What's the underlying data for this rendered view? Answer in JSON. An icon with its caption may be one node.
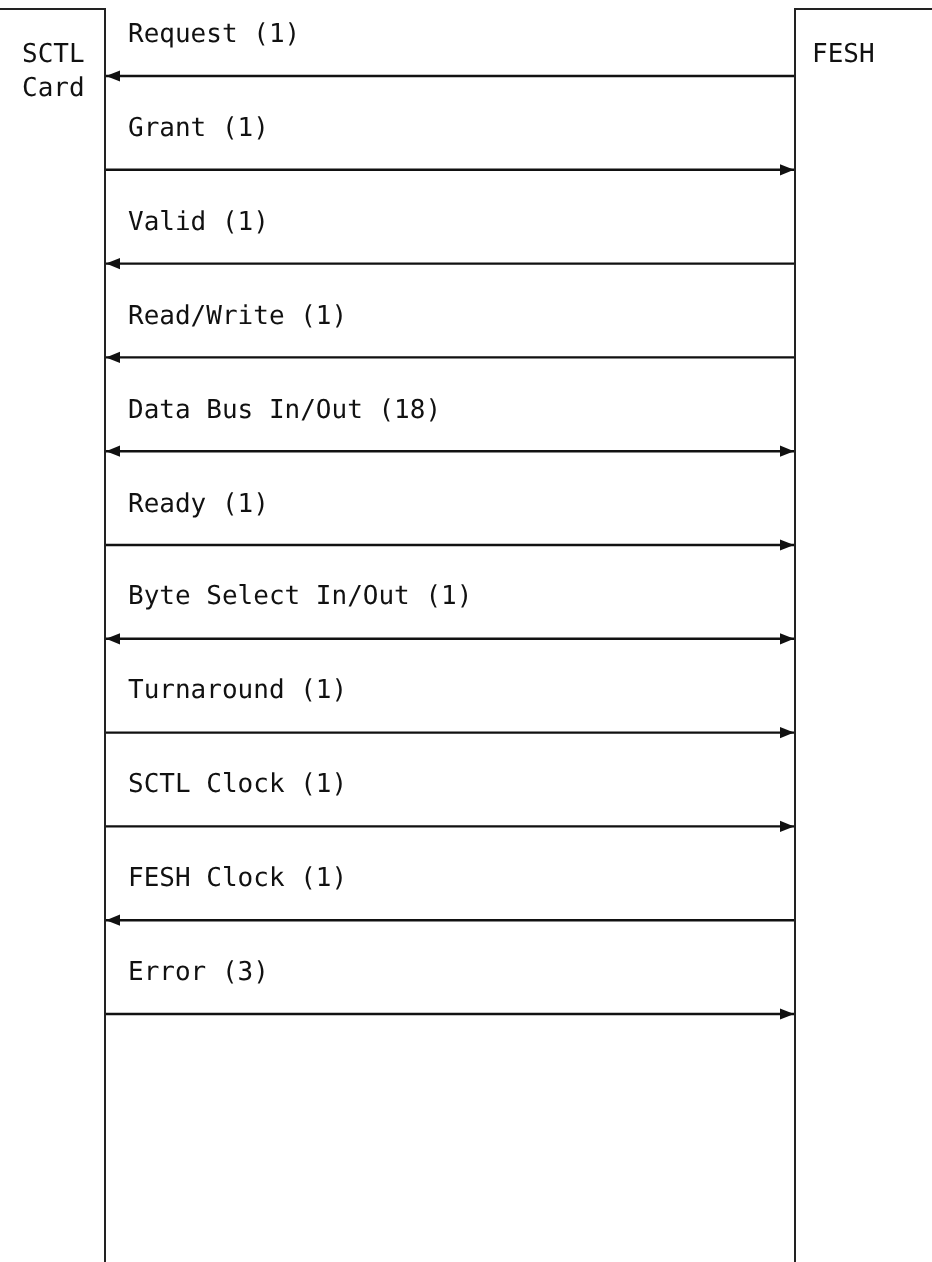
{
  "diagram": {
    "nodes": [
      {
        "text": [
          "SCTL Card"
        ]
      },
      {
        "text": [
          "FESH"
        ]
      }
    ],
    "edges": [
      {
        "from": 1,
        "to": 0,
        "arrow": "to",
        "label": "Request (1)"
      },
      {
        "from": 0,
        "to": 1,
        "arrow": "to",
        "label": "Grant (1)"
      },
      {
        "from": 1,
        "to": 0,
        "arrow": "to",
        "label": "Valid (1)"
      },
      {
        "from": 1,
        "to": 0,
        "arrow": "to",
        "label": "Read/Write (1)"
      },
      {
        "from": 0,
        "to": 1,
        "arrow": "both",
        "label": "Data Bus In/Out (18)"
      },
      {
        "from": 0,
        "to": 1,
        "arrow": "to",
        "label": "Ready (1)"
      },
      {
        "from": 0,
        "to": 1,
        "arrow": "both",
        "label": "Byte Select In/Out (1)"
      },
      {
        "from": 0,
        "to": 1,
        "arrow": "to",
        "label": "Turnaround (1)"
      },
      {
        "from": 0,
        "to": 1,
        "arrow": "to",
        "label": "SCTL Clock (1)"
      },
      {
        "from": 1,
        "to": 0,
        "arrow": "to",
        "label": "FESH Clock (1)"
      },
      {
        "from": 0,
        "to": 1,
        "arrow": "to",
        "label": "Error (3)"
      }
    ]
  }
}
